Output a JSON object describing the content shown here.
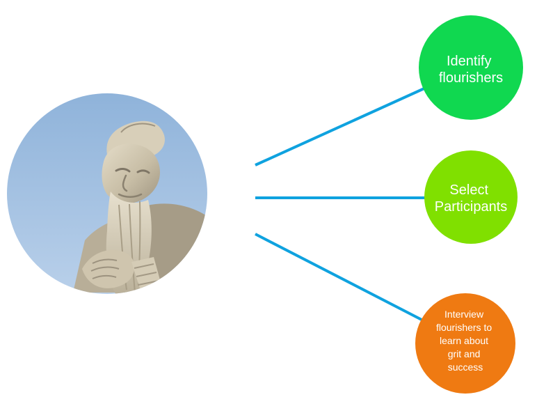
{
  "diagram": {
    "image": {
      "subject": "statue-portrait"
    },
    "nodes": [
      {
        "id": "identify",
        "lines": [
          "Identify",
          "flourishers"
        ],
        "color": "#10D850"
      },
      {
        "id": "select",
        "lines": [
          "Select",
          "Participants"
        ],
        "color": "#80E000"
      },
      {
        "id": "interview",
        "lines": [
          "Interview",
          "flourishers to",
          "learn about",
          "grit and",
          "success"
        ],
        "color": "#EF7A12"
      }
    ],
    "connector_color": "#0FA2DF"
  }
}
